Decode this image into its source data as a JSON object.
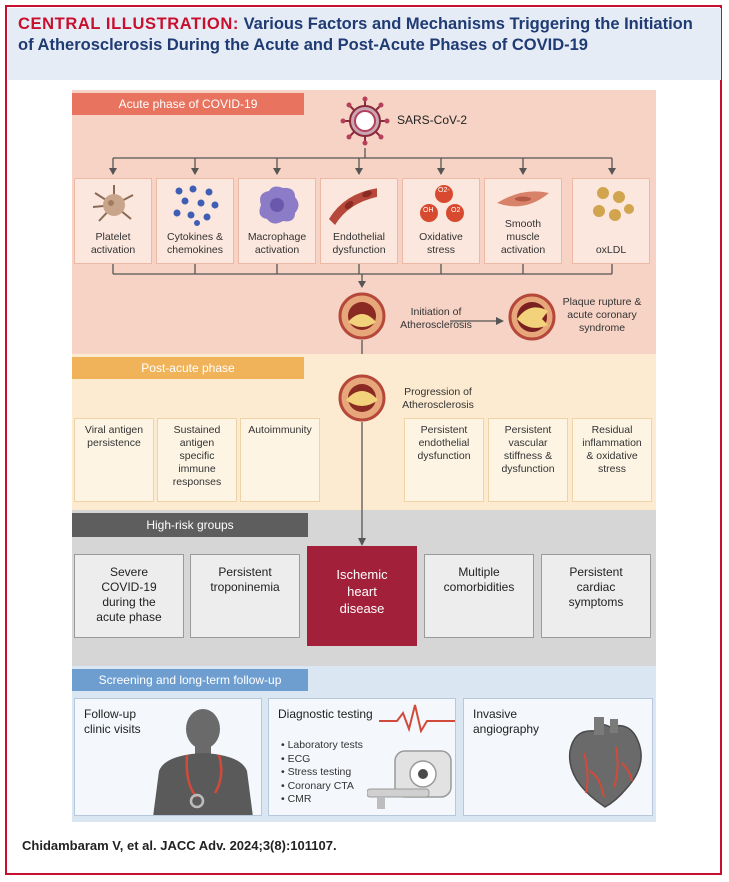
{
  "header": {
    "label": "CENTRAL ILLUSTRATION:",
    "title": "Various Factors and Mechanisms Triggering the Initiation of Atherosclerosis During the Acute and Post-Acute Phases of COVID-19"
  },
  "acute": {
    "tab": "Acute phase of COVID-19",
    "virus": "SARS-CoV-2",
    "factors": [
      {
        "line1": "Platelet",
        "line2": "activation"
      },
      {
        "line1": "Cytokines &",
        "line2": "chemokines"
      },
      {
        "line1": "Macrophage",
        "line2": "activation"
      },
      {
        "line1": "Endothelial",
        "line2": "dysfunction"
      },
      {
        "line1": "Oxidative",
        "line2": "stress"
      },
      {
        "line1": "Smooth",
        "line2": "muscle",
        "line3": "activation"
      },
      {
        "line1": "oxLDL"
      }
    ],
    "oxidative_symbols": [
      "O2-",
      "OH",
      "O2"
    ],
    "initiation": {
      "line1": "Initiation of",
      "line2": "Atherosclerosis"
    },
    "rupture": {
      "line1": "Plaque rupture &",
      "line2": "acute coronary",
      "line3": "syndrome"
    }
  },
  "post": {
    "tab": "Post-acute phase",
    "progression": {
      "line1": "Progression of",
      "line2": "Atherosclerosis"
    },
    "boxes": [
      {
        "lines": [
          "Viral antigen",
          "persistence"
        ]
      },
      {
        "lines": [
          "Sustained",
          "antigen",
          "specific",
          "immune",
          "responses"
        ]
      },
      {
        "lines": [
          "Autoimmunity"
        ]
      },
      {
        "lines": [
          "Persistent",
          "endothelial",
          "dysfunction"
        ]
      },
      {
        "lines": [
          "Persistent",
          "vascular",
          "stiffness &",
          "dysfunction"
        ]
      },
      {
        "lines": [
          "Residual",
          "inflammation",
          "& oxidative",
          "stress"
        ]
      }
    ]
  },
  "risk": {
    "tab": "High-risk groups",
    "boxes": [
      {
        "lines": [
          "Severe",
          "COVID-19",
          "during the",
          "acute phase"
        ]
      },
      {
        "lines": [
          "Persistent",
          "troponinemia"
        ]
      },
      {
        "lines": [
          "Multiple",
          "comorbidities"
        ]
      },
      {
        "lines": [
          "Persistent",
          "cardiac",
          "symptoms"
        ]
      }
    ],
    "center": {
      "lines": [
        "Ischemic",
        "heart",
        "disease"
      ]
    }
  },
  "screening": {
    "tab": "Screening and long-term follow-up",
    "followup": {
      "line1": "Follow-up",
      "line2": "clinic visits"
    },
    "diagnostic": {
      "title": "Diagnostic testing",
      "items": [
        "Laboratory tests",
        "ECG",
        "Stress testing",
        "Coronary CTA",
        "CMR"
      ]
    },
    "invasive": {
      "line1": "Invasive",
      "line2": "angiography"
    }
  },
  "citation": "Chidambaram V, et al. JACC Adv. 2024;3(8):101107.",
  "colors": {
    "frame": "#c8102e",
    "acute": "#e8735f",
    "post": "#f0b35a",
    "risk": "#5e5e5e",
    "screening": "#6e9ed0",
    "ihd": "#a2203a"
  }
}
